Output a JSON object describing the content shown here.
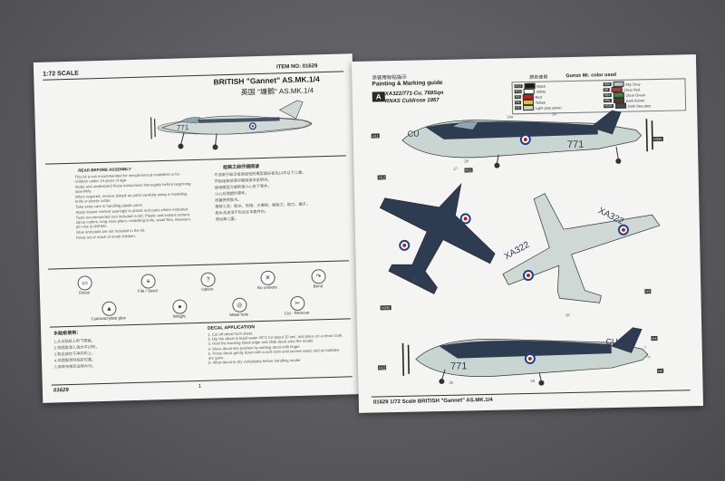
{
  "left": {
    "scale": "1:72 SCALE",
    "item_no": "ITEM NO: 01629",
    "title_en": "BRITISH \"Gannet\" AS.MK.1/4",
    "title_cn": "英国 \"塘鹅\" AS.MK.1/4",
    "aircraft_code": "771",
    "read_before_heading": "READ BEFORE ASSEMBLY",
    "read_before_items": [
      "This kit is not recommended for inexperienced modellers or for children under 14 years of age.",
      "Study and understand these instructions thoroughly before beginning assembly.",
      "When required, remove plated-on parts carefully using a modelling knife or plastic cutter.",
      "Take extra care in handling plastic parts.",
      "Apply instant cement sparingly to plastic and parts where indicated.",
      "Tools recommended (not included in kit): Plastic and instant cement, sprue cutters, long-nose pliers, modelling knife, small files, tweezers, pin vice & drill bits.",
      "Glue and paint are not included in the kit.",
      "Keep out of reach of small children."
    ],
    "cn_heading": "组装之前仔细阅读",
    "cn_items": [
      "不适用于缺乏组装经验的模型爱好者及14岁以下儿童。",
      "开始组装前请仔细阅读本说明书。",
      "使用模型刀或剪钳小心剪下零件。",
      "小心处理塑料零件。",
      "适量使用胶水。",
      "推荐工具：胶水、剪钳、尖嘴钳、模型刀、锉刀、镊子。",
      "胶水及油漆不包含在本套件内。",
      "请远离儿童。"
    ],
    "icons_row1": [
      {
        "icon": "decal-icon",
        "label": "Decal"
      },
      {
        "icon": "file-icon",
        "label": "File / Sand"
      },
      {
        "icon": "option-icon",
        "label": "Option"
      },
      {
        "icon": "no-cement-icon",
        "label": "No cement"
      },
      {
        "icon": "bend-icon",
        "label": "Bend"
      }
    ],
    "icons_row2": [
      {
        "icon": "cement-icon",
        "label": "Cyanoacrylate glue"
      },
      {
        "icon": "weight-icon",
        "label": "Weight"
      },
      {
        "icon": "drill-icon",
        "label": "Make hole"
      },
      {
        "icon": "cut-icon",
        "label": "Cut - Remove"
      }
    ],
    "decal_cn_heading": "水贴纸使用：",
    "decal_cn_steps": [
      "1.从水贴纸上剪下图案。",
      "2.将图案浸入温水中10秒。",
      "3.取出放在干净的布上。",
      "4.将图案滑到指定位置。",
      "5.用软布按压去除水分。"
    ],
    "decal_heading": "DECAL APPLICATION",
    "decal_steps": [
      "1. Cut off decal from sheet.",
      "2. Dip the decal in tepid water 40°C for about 10 sec. and place on a clean cloth.",
      "3. Hold the backing sheet edge and slide decal onto the model.",
      "4. Move decal into position by wetting decal with finger.",
      "5. Press decal gently down with a soft cloth until excess water and air bubbles are gone.",
      "6. Allow decal to dry completely before handling model."
    ],
    "footer_code": "01629",
    "page_number": "1"
  },
  "right": {
    "heading_cn": "涂装用标贴指示",
    "heading_en": "Painting & Marking guide",
    "color_title_cn": "颜色使用",
    "color_title_en": "Gunze Mr. color used",
    "section": "A",
    "scheme": "XA322/771-Cu, 769Sqn",
    "base": "RNAS Culdrose 1957",
    "serial": "XA322",
    "colors_left": [
      {
        "code": "H12",
        "name": "Black",
        "hex": "#1a1a1a"
      },
      {
        "code": "H11",
        "name": "White",
        "hex": "#fafafa"
      },
      {
        "code": "H3",
        "name": "Red",
        "hex": "#c21d1d"
      },
      {
        "code": "H4",
        "name": "Yellow",
        "hex": "#e6c21b"
      },
      {
        "code": "H2",
        "name": "Light gray green",
        "hex": "#c8d3c3"
      }
    ],
    "colors_right": [
      {
        "code": "H90",
        "name": "Sky Grey",
        "hex": "#bcc5c3"
      },
      {
        "code": "H8",
        "name": "Clear Red",
        "hex": "#b33838"
      },
      {
        "code": "H94",
        "name": "Clear Green",
        "hex": "#3a8a4a"
      },
      {
        "code": "H56",
        "name": "Dark Brown",
        "hex": "#5b3a22"
      },
      {
        "code": "H335",
        "name": "Dark Sea grey",
        "hex": "#3e4a5a"
      }
    ],
    "callouts": [
      "H11",
      "H12",
      "H335",
      "H12",
      "H4",
      "H2",
      "H335",
      "H3",
      "H11"
    ],
    "numbers": [
      "24a",
      "24",
      "28",
      "7a",
      "7",
      "27",
      "26",
      "28",
      "27",
      "16"
    ],
    "footer": "01629   1/72 Scale BRITISH \"Gannet\" AS.MK.1/4"
  },
  "colors": {
    "navy": "#2e3c52",
    "sky": "#c8d5d0",
    "roundel_red": "#c01c1c",
    "roundel_blue": "#1e3f8a"
  }
}
